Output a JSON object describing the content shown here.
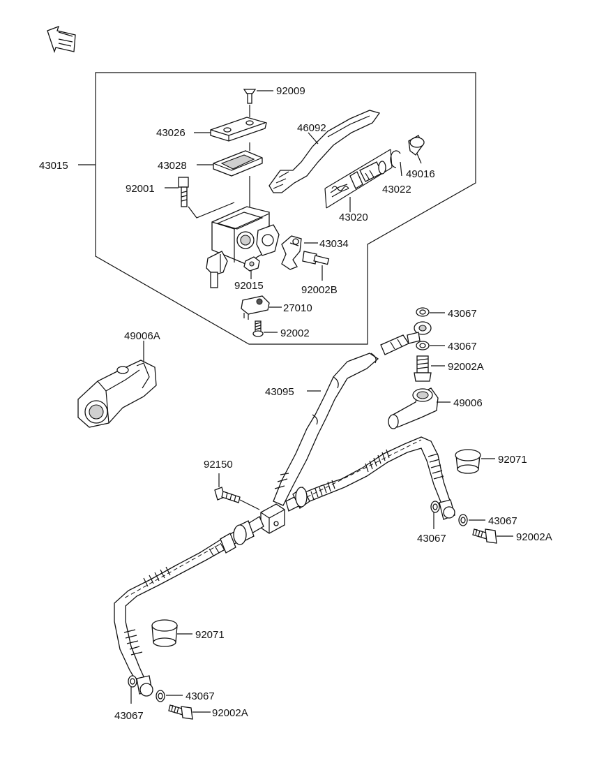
{
  "labels": {
    "p43015": "43015",
    "p92009": "92009",
    "p43026": "43026",
    "p46092": "46092",
    "p43028": "43028",
    "p92001": "92001",
    "p43022": "43022",
    "p49016": "49016",
    "p43020": "43020",
    "p43034": "43034",
    "p92015": "92015",
    "p92002B": "92002B",
    "p27010": "27010",
    "p92002": "92002",
    "p49006A": "49006A",
    "p43067_a": "43067",
    "p43067_b": "43067",
    "p92002A_a": "92002A",
    "p43095": "43095",
    "p49006": "49006",
    "p92071_a": "92071",
    "p92150": "92150",
    "p43067_c": "43067",
    "p43067_d": "43067",
    "p92002A_b": "92002A",
    "p92071_b": "92071",
    "p43067_e": "43067",
    "p43067_f": "43067",
    "p92002A_c": "92002A"
  },
  "icons": {
    "front_arrow": "front-direction-arrow-icon"
  }
}
